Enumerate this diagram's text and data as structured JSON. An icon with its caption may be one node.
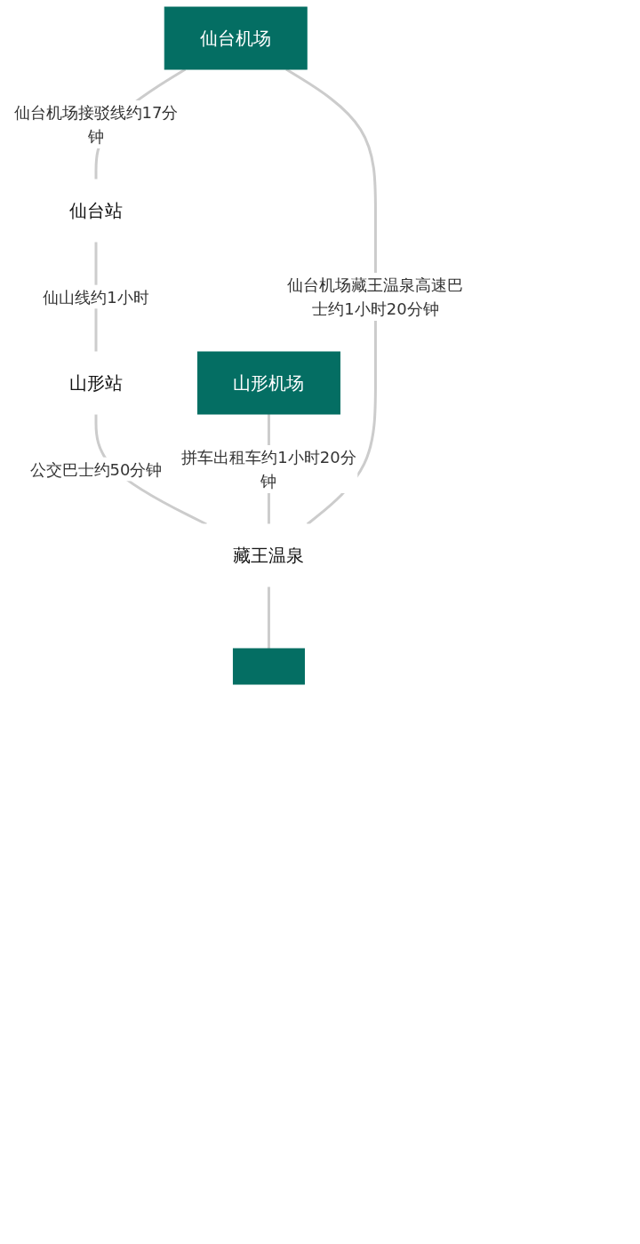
{
  "diagram": {
    "nodes": [
      {
        "text": [
          "山形机场"
        ]
      },
      {
        "text": [
          "仙台机场"
        ]
      },
      {
        "text": [
          "仙台站"
        ]
      },
      {
        "text": [
          "山形站"
        ]
      },
      {
        "text": [
          "藏王温泉"
        ]
      },
      {
        "text": [],
        "shape": "box"
      }
    ],
    "edges": [
      {
        "from": 1,
        "to": 2,
        "arrow": "none",
        "label": "仙台机场接驳线约17分钟"
      },
      {
        "from": 2,
        "to": 3,
        "arrow": "none",
        "label": "仙山线约1小时"
      },
      {
        "from": 3,
        "to": 4,
        "arrow": "none",
        "label": "公交巴士约50分钟"
      },
      {
        "from": 0,
        "to": 4,
        "arrow": "none",
        "label": "拼车出租车约1小时20分钟"
      },
      {
        "from": 1,
        "to": 4,
        "arrow": "none",
        "label": "仙台机场藏王温泉高速巴士约1小时20分钟"
      },
      {
        "from": 4,
        "to": 5,
        "arrow": "none"
      }
    ]
  }
}
